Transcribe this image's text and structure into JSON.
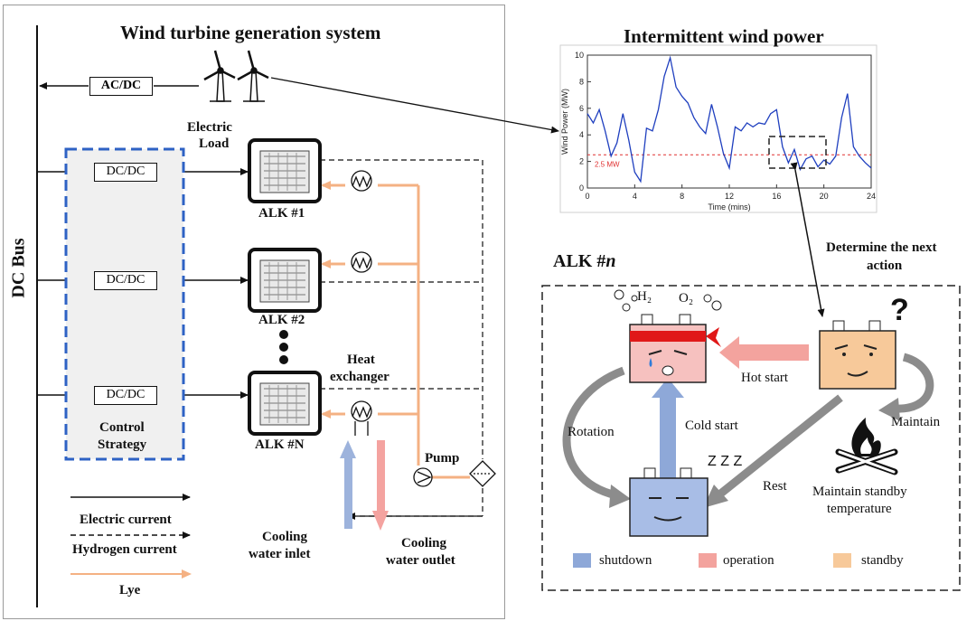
{
  "left": {
    "title": "Wind turbine  generation system",
    "dc_bus": "DC Bus",
    "acdc": "AC/DC",
    "dcdc": "DC/DC",
    "electric_load": [
      "Electric",
      "Load"
    ],
    "control_strategy": [
      "Control",
      "Strategy"
    ],
    "alk_units": [
      "ALK #1",
      "ALK #2",
      "ALK #N"
    ],
    "heat_exchanger": [
      "Heat",
      "exchanger"
    ],
    "pump": "Pump",
    "cooling_inlet": [
      "Cooling",
      "water inlet"
    ],
    "cooling_outlet": [
      "Cooling",
      "water outlet"
    ],
    "legend": {
      "electric": "Electric current",
      "hydrogen": "Hydrogen current",
      "lye": "Lye"
    },
    "colors": {
      "lye": "#f4b183",
      "control_dash": "#2e62c4",
      "inlet": "#9db3dc",
      "outlet": "#f4a3a0"
    }
  },
  "right": {
    "title": "Intermittent wind power",
    "chart_data": {
      "type": "line",
      "xlabel": "Time (mins)",
      "ylabel": "Wind Power (MW)",
      "xlim": [
        0,
        24
      ],
      "ylim": [
        0,
        10
      ],
      "xticks": [
        "0",
        "4",
        "8",
        "12",
        "16",
        "20",
        "24"
      ],
      "yticks": [
        "0",
        "2",
        "4",
        "6",
        "8",
        "10"
      ],
      "threshold": {
        "value": 2.5,
        "label": "2.5 MW",
        "color": "#e03030"
      },
      "series": [
        {
          "color": "#1f3fbf",
          "x": [
            0,
            0.5,
            1,
            1.5,
            2,
            2.5,
            3,
            3.5,
            4,
            4.5,
            5,
            5.5,
            6,
            6.5,
            7,
            7.5,
            8,
            8.5,
            9,
            9.5,
            10,
            10.5,
            11,
            11.5,
            12,
            12.5,
            13,
            13.5,
            14,
            14.5,
            15,
            15.5,
            16,
            16.5,
            17,
            17.5,
            18,
            18.5,
            19,
            19.5,
            20,
            20.5,
            21,
            21.5,
            22,
            22.5,
            23,
            23.5,
            24
          ],
          "y": [
            5.6,
            4.9,
            5.9,
            4.3,
            2.4,
            3.4,
            5.6,
            3.6,
            1.2,
            0.5,
            4.5,
            4.3,
            5.9,
            8.4,
            9.8,
            7.6,
            6.9,
            6.4,
            5.3,
            4.6,
            4.1,
            6.3,
            4.6,
            2.6,
            1.5,
            4.6,
            4.3,
            4.9,
            4.6,
            4.9,
            4.8,
            5.6,
            5.9,
            3.1,
            1.9,
            2.9,
            1.4,
            2.2,
            2.4,
            1.6,
            2.1,
            1.8,
            2.4,
            5.3,
            7.1,
            3.1,
            2.4,
            1.9,
            1.5
          ]
        }
      ]
    },
    "determine_next": [
      "Determine the next",
      "action"
    ],
    "alk_n": "ALK #",
    "alk_n_italic": "n",
    "h2": "H₂",
    "o2": "O₂",
    "question": "?",
    "zzz": "Z Z Z",
    "hot_start": "Hot start",
    "cold_start": "Cold start",
    "rotation": "Rotation",
    "maintain": "Maintain",
    "rest": "Rest",
    "maintain_standby": [
      "Maintain standby",
      "temperature"
    ],
    "legend": [
      {
        "label": "shutdown",
        "color": "#8ea8d8"
      },
      {
        "label": "operation",
        "color": "#f3a39e"
      },
      {
        "label": "standby",
        "color": "#f7c99a"
      }
    ]
  }
}
